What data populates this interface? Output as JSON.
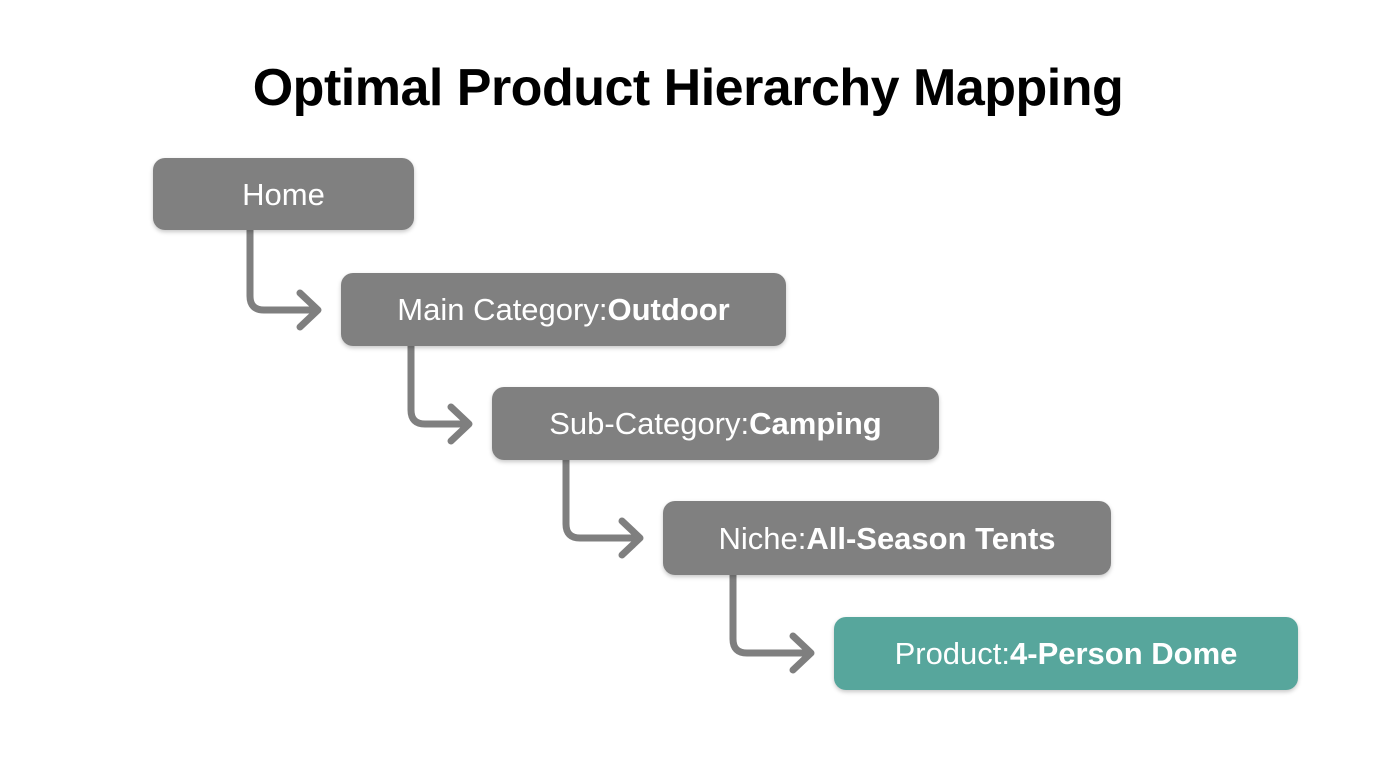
{
  "diagram": {
    "title": "Optimal Product Hierarchy Mapping",
    "type": "hierarchy-breadcrumb-flow",
    "background_color": "#ffffff",
    "title_color": "#000000",
    "default_node_color": "#808080",
    "highlight_node_color": "#57a69c",
    "node_text_color": "#ffffff",
    "connector_color": "#7f7f7f",
    "nodes": [
      {
        "id": "home",
        "level": 0,
        "prefix": "Home",
        "value": "",
        "full_label": "Home",
        "color": "#808080",
        "highlighted": false
      },
      {
        "id": "main-category",
        "level": 1,
        "prefix": "Main Category: ",
        "value": "Outdoor",
        "full_label": "Main Category: Outdoor",
        "color": "#808080",
        "highlighted": false
      },
      {
        "id": "sub-category",
        "level": 2,
        "prefix": "Sub-Category: ",
        "value": "Camping",
        "full_label": "Sub-Category: Camping",
        "color": "#808080",
        "highlighted": false
      },
      {
        "id": "niche",
        "level": 3,
        "prefix": "Niche: ",
        "value": "All-Season Tents",
        "full_label": "Niche: All-Season Tents",
        "color": "#808080",
        "highlighted": false
      },
      {
        "id": "product",
        "level": 4,
        "prefix": "Product: ",
        "value": "4-Person Dome",
        "full_label": "Product: 4-Person Dome",
        "color": "#57a69c",
        "highlighted": true
      }
    ],
    "connectors": [
      {
        "from": "home",
        "to": "main-category",
        "style": "elbow-arrow"
      },
      {
        "from": "main-category",
        "to": "sub-category",
        "style": "elbow-arrow"
      },
      {
        "from": "sub-category",
        "to": "niche",
        "style": "elbow-arrow"
      },
      {
        "from": "niche",
        "to": "product",
        "style": "elbow-arrow"
      }
    ]
  }
}
